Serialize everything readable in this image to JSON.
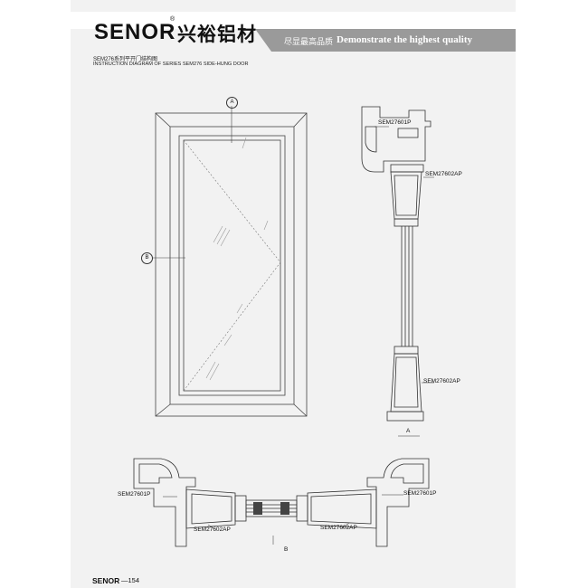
{
  "header": {
    "brand": "SENOR",
    "brand_reg": "®",
    "brand_cn": "兴裕铝材",
    "slogan_cn": "尽显最高品质",
    "slogan_en": "Demonstrate the highest quality"
  },
  "title": {
    "cn": "SEM276系列平开门结构图",
    "en": "INSTRUCTION DIAGRAM OF SERIES SEM276 SIDE-HUNG DOOR"
  },
  "markers": {
    "a": "A",
    "b": "B"
  },
  "labels": {
    "vertical_top_frame": "SEM27601P",
    "vertical_top_sash": "SEM27602AP",
    "vertical_bottom_sash": "SEM27602AP",
    "horizontal_left_frame": "SEM27601P",
    "horizontal_right_frame": "SEM27601P",
    "horizontal_left_sash": "SEM27602AP",
    "horizontal_right_sash": "SEM27602AP"
  },
  "footer": {
    "brand": "SENOR",
    "page": "—154"
  },
  "colors": {
    "page_bg": "#f2f2f2",
    "header_band": "#9a9a9a",
    "line": "#333333"
  }
}
